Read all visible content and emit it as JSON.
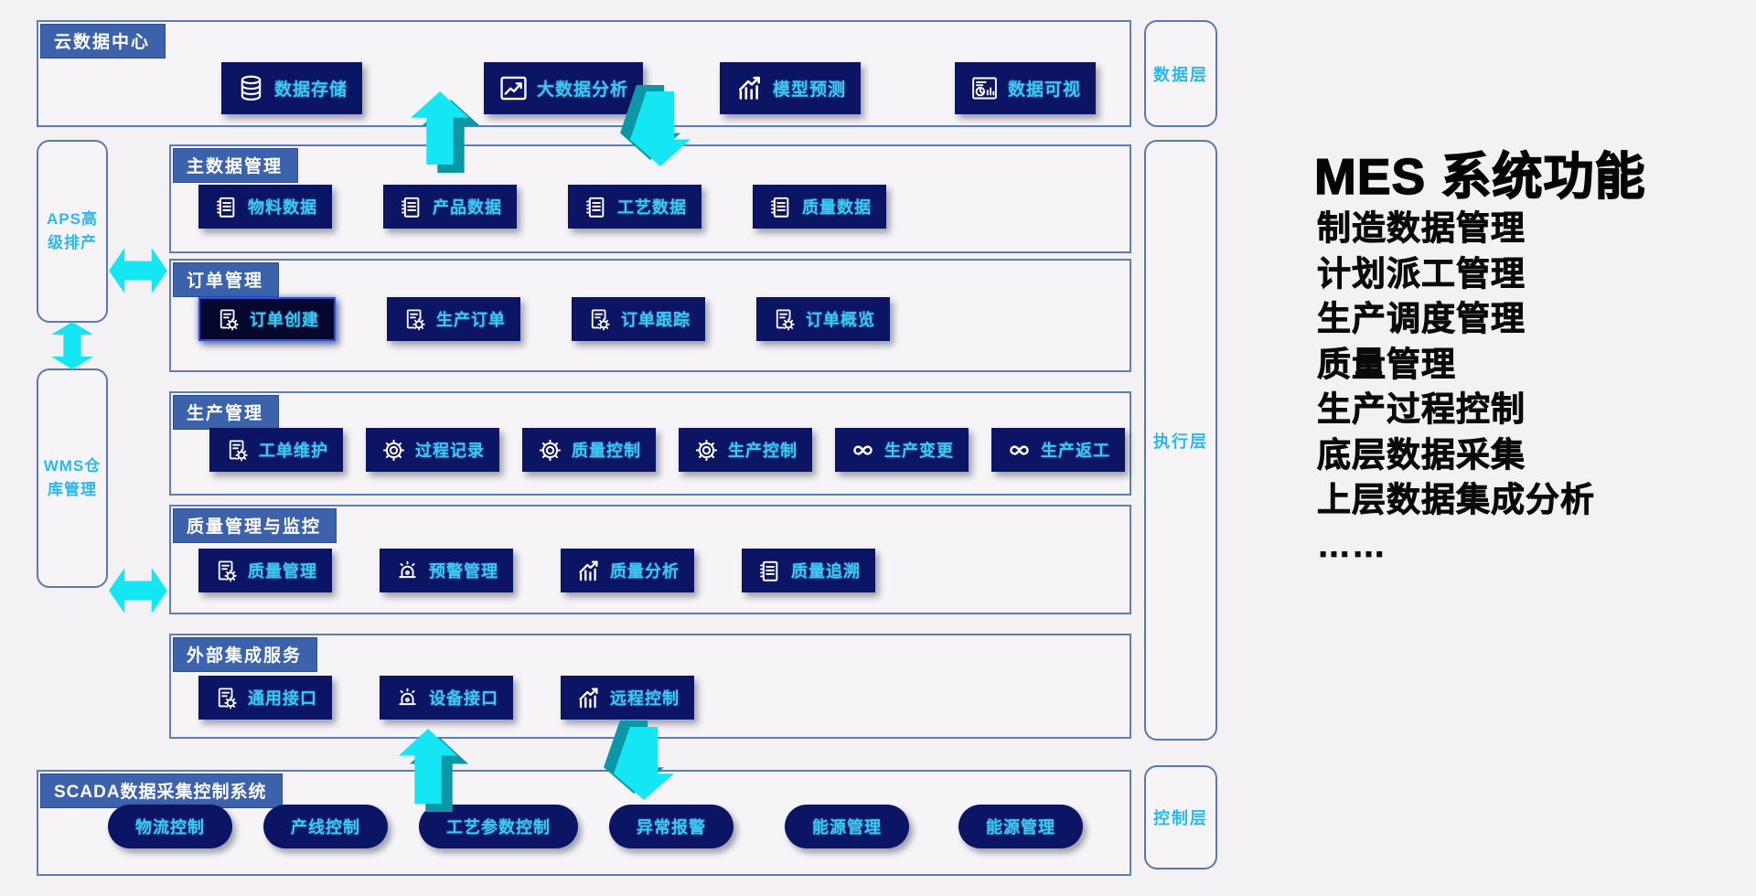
{
  "page": {
    "background": "#f3f1f3"
  },
  "colors": {
    "section_border": "#5f7cba",
    "tab_bg": "#3c62ab",
    "button_bg": "#0c1464",
    "button_text": "#3cc6f2",
    "arrow_cyan": "#15e6f4",
    "arrow_teal": "#0b97a6",
    "layer_text": "#2ab9ec",
    "side_text": "#0a0a0a"
  },
  "layers": [
    {
      "label": "数据层"
    },
    {
      "label": "执行层"
    },
    {
      "label": "控制层"
    }
  ],
  "left_boxes": [
    {
      "label": "APS高级排产",
      "line1": "APS高",
      "line2": "级排产"
    },
    {
      "label": "WMS仓库管理",
      "line1": "WMS仓",
      "line2": "库管理"
    }
  ],
  "top_section": {
    "title": "云数据中心",
    "buttons": [
      {
        "label": "数据存储",
        "icon": "database-icon"
      },
      {
        "label": "大数据分析",
        "icon": "line-chart-icon"
      },
      {
        "label": "模型预测",
        "icon": "bar-chart-icon"
      },
      {
        "label": "数据可视",
        "icon": "dashboard-icon"
      }
    ]
  },
  "middle_sections": [
    {
      "title": "主数据管理",
      "buttons": [
        {
          "label": "物料数据",
          "icon": "notepad-icon"
        },
        {
          "label": "产品数据",
          "icon": "notepad-icon"
        },
        {
          "label": "工艺数据",
          "icon": "notepad-icon"
        },
        {
          "label": "质量数据",
          "icon": "notepad-icon"
        }
      ]
    },
    {
      "title": "订单管理",
      "buttons": [
        {
          "label": "订单创建",
          "icon": "doc-gear-icon",
          "active": true
        },
        {
          "label": "生产订单",
          "icon": "doc-gear-icon"
        },
        {
          "label": "订单跟踪",
          "icon": "doc-gear-icon"
        },
        {
          "label": "订单概览",
          "icon": "doc-gear-icon"
        }
      ]
    },
    {
      "title": "生产管理",
      "buttons": [
        {
          "label": "工单维护",
          "icon": "doc-gear-icon"
        },
        {
          "label": "过程记录",
          "icon": "gear-icon"
        },
        {
          "label": "质量控制",
          "icon": "gear-icon"
        },
        {
          "label": "生产控制",
          "icon": "gear-icon"
        },
        {
          "label": "生产变更",
          "icon": "infinity-icon"
        },
        {
          "label": "生产返工",
          "icon": "infinity-icon"
        }
      ]
    },
    {
      "title": "质量管理与监控",
      "buttons": [
        {
          "label": "质量管理",
          "icon": "doc-gear-icon"
        },
        {
          "label": "预警管理",
          "icon": "alarm-icon"
        },
        {
          "label": "质量分析",
          "icon": "bar-chart-icon"
        },
        {
          "label": "质量追溯",
          "icon": "notepad-icon"
        }
      ]
    },
    {
      "title": "外部集成服务",
      "buttons": [
        {
          "label": "通用接口",
          "icon": "doc-gear-icon"
        },
        {
          "label": "设备接口",
          "icon": "alarm-icon"
        },
        {
          "label": "远程控制",
          "icon": "bar-chart-icon"
        }
      ]
    }
  ],
  "bottom_section": {
    "title": "SCADA数据采集控制系统",
    "buttons": [
      {
        "label": "物流控制"
      },
      {
        "label": "产线控制"
      },
      {
        "label": "工艺参数控制"
      },
      {
        "label": "异常报警"
      },
      {
        "label": "能源管理"
      },
      {
        "label": "能源管理"
      }
    ]
  },
  "side_panel": {
    "title": "MES 系统功能",
    "items": [
      "制造数据管理",
      "计划派工管理",
      "生产调度管理",
      "质量管理",
      "生产过程控制",
      "底层数据采集",
      "上层数据集成分析",
      "……"
    ]
  },
  "icon_refs": {
    "database-icon": "#i-database",
    "line-chart-icon": "#i-line-chart",
    "bar-chart-icon": "#i-bar-chart",
    "dashboard-icon": "#i-dashboard",
    "notepad-icon": "#i-notepad",
    "doc-gear-icon": "#i-doc-gear",
    "gear-icon": "#i-gear",
    "infinity-icon": "#i-infinity",
    "alarm-icon": "#i-alarm"
  }
}
